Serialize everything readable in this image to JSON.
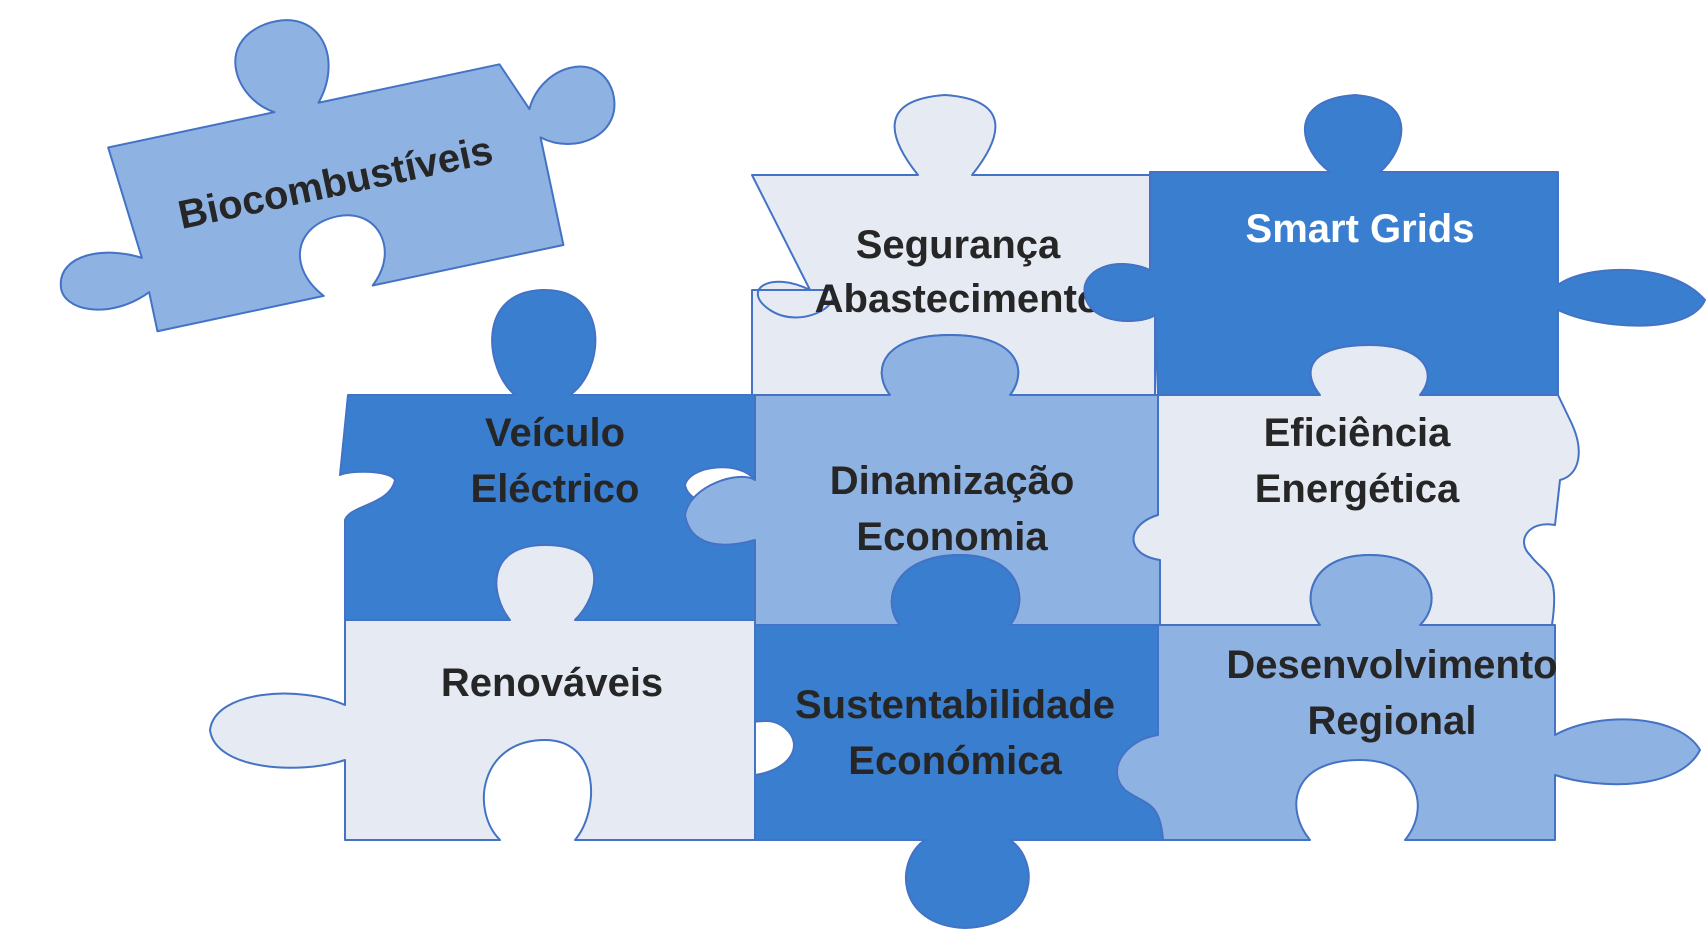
{
  "colors": {
    "light": "#e6ebf3",
    "medium": "#8eb3e3",
    "dark": "#3a7ecf",
    "outline": "#4472c4",
    "text_dark": "#262626",
    "text_light": "#ffffff"
  },
  "pieces": {
    "biocombustiveis": "Biocombustíveis",
    "seguranca": [
      "Segurança",
      "Abastecimento"
    ],
    "smart_grids": "Smart Grids",
    "veiculo": [
      "Veículo",
      "Eléctrico"
    ],
    "dinamizacao": [
      "Dinamização",
      "Economia"
    ],
    "eficiencia": [
      "Eficiência",
      "Energética"
    ],
    "renovaveis": "Renováveis",
    "sustentabilidade": [
      "Sustentabilidade",
      "Económica"
    ],
    "desenvolvimento": [
      "Desenvolvimento",
      "Regional"
    ]
  }
}
